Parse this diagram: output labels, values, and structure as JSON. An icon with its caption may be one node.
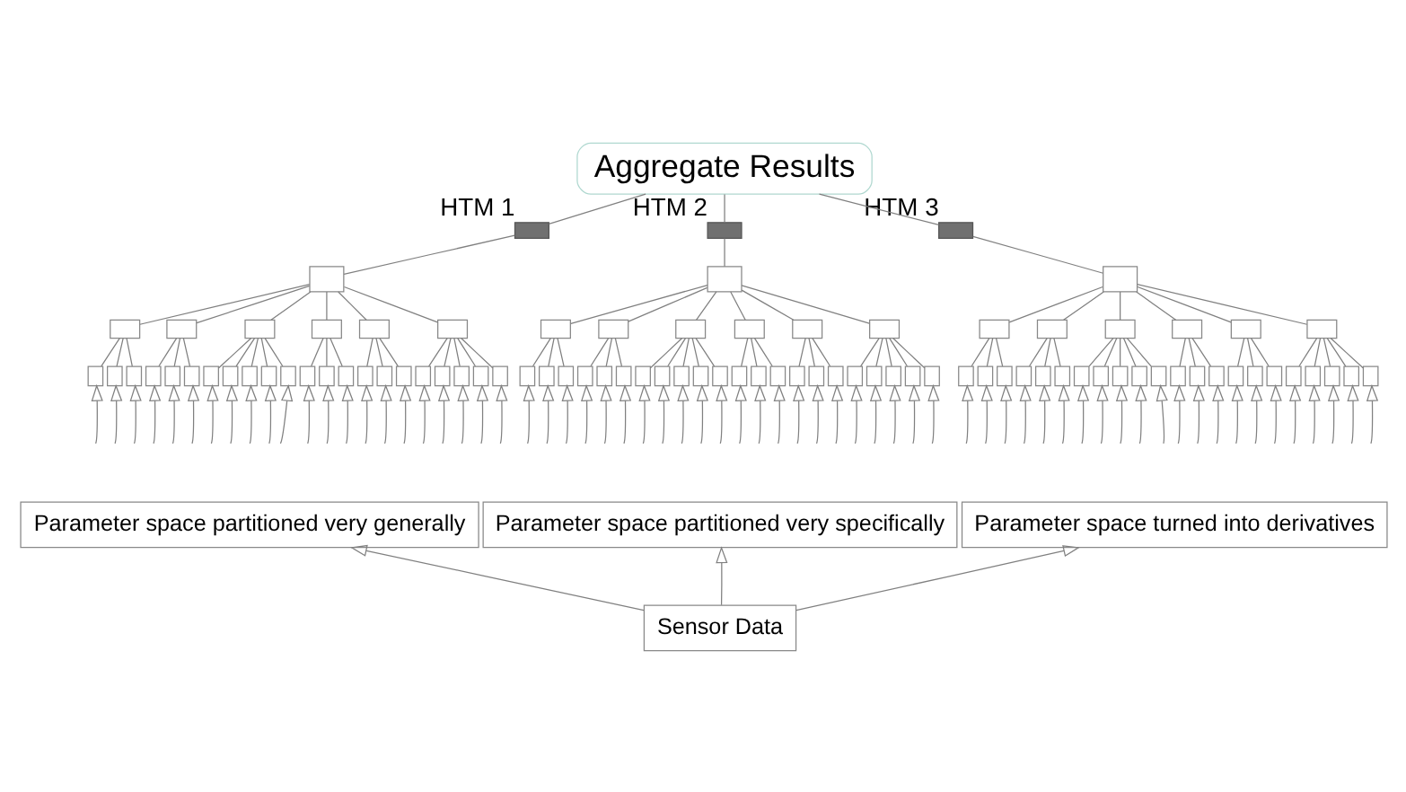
{
  "diagram": {
    "nodes": [
      {
        "text": [
          "Aggregate Results"
        ]
      },
      {
        "text": [],
        "shape": "box",
        "beside": [
          "HTM 1"
        ]
      },
      {
        "text": [],
        "shape": "box"
      },
      {
        "text": [],
        "shape": "box"
      },
      {
        "text": [],
        "shape": "box"
      },
      {
        "text": [],
        "shape": "box"
      },
      {
        "text": [],
        "shape": "box"
      },
      {
        "text": [],
        "shape": "box"
      },
      {
        "text": [],
        "shape": "box"
      },
      {
        "text": [],
        "shape": "box"
      },
      {
        "text": [],
        "shape": "box"
      },
      {
        "text": [],
        "shape": "box"
      },
      {
        "text": [],
        "shape": "box"
      },
      {
        "text": [],
        "shape": "box"
      },
      {
        "text": [],
        "shape": "box"
      },
      {
        "text": [],
        "shape": "box"
      },
      {
        "text": [],
        "shape": "box"
      },
      {
        "text": [],
        "shape": "box"
      },
      {
        "text": [],
        "shape": "box"
      },
      {
        "text": [],
        "shape": "box"
      },
      {
        "text": [],
        "shape": "box"
      },
      {
        "text": [],
        "shape": "box"
      },
      {
        "text": [],
        "shape": "box"
      },
      {
        "text": [],
        "shape": "box"
      },
      {
        "text": [],
        "shape": "box"
      },
      {
        "text": [],
        "shape": "box"
      },
      {
        "text": [],
        "shape": "box"
      },
      {
        "text": [],
        "shape": "box"
      },
      {
        "text": [],
        "shape": "box"
      },
      {
        "text": [],
        "shape": "box"
      },
      {
        "text": [],
        "shape": "box"
      },
      {
        "text": [],
        "shape": "box",
        "beside": [
          "HTM 2"
        ]
      },
      {
        "text": [],
        "shape": "box"
      },
      {
        "text": [],
        "shape": "box"
      },
      {
        "text": [],
        "shape": "box"
      },
      {
        "text": [],
        "shape": "box"
      },
      {
        "text": [],
        "shape": "box"
      },
      {
        "text": [],
        "shape": "box"
      },
      {
        "text": [],
        "shape": "box"
      },
      {
        "text": [],
        "shape": "box"
      },
      {
        "text": [],
        "shape": "box"
      },
      {
        "text": [],
        "shape": "box"
      },
      {
        "text": [],
        "shape": "box"
      },
      {
        "text": [],
        "shape": "box"
      },
      {
        "text": [],
        "shape": "box"
      },
      {
        "text": [],
        "shape": "box"
      },
      {
        "text": [],
        "shape": "box"
      },
      {
        "text": [],
        "shape": "box"
      },
      {
        "text": [],
        "shape": "box"
      },
      {
        "text": [],
        "shape": "box"
      },
      {
        "text": [],
        "shape": "box"
      },
      {
        "text": [],
        "shape": "box"
      },
      {
        "text": [],
        "shape": "box"
      },
      {
        "text": [],
        "shape": "box"
      },
      {
        "text": [],
        "shape": "box"
      },
      {
        "text": [],
        "shape": "box"
      },
      {
        "text": [],
        "shape": "box"
      },
      {
        "text": [],
        "shape": "box"
      },
      {
        "text": [],
        "shape": "box"
      },
      {
        "text": [],
        "shape": "box"
      },
      {
        "text": [],
        "shape": "box"
      },
      {
        "text": [],
        "shape": "box",
        "beside": [
          "HTM 3"
        ]
      },
      {
        "text": [],
        "shape": "box"
      },
      {
        "text": [],
        "shape": "box"
      },
      {
        "text": [],
        "shape": "box"
      },
      {
        "text": [],
        "shape": "box"
      },
      {
        "text": [],
        "shape": "box"
      },
      {
        "text": [],
        "shape": "box"
      },
      {
        "text": [],
        "shape": "box"
      },
      {
        "text": [],
        "shape": "box"
      },
      {
        "text": [],
        "shape": "box"
      },
      {
        "text": [],
        "shape": "box"
      },
      {
        "text": [],
        "shape": "box"
      },
      {
        "text": [],
        "shape": "box"
      },
      {
        "text": [],
        "shape": "box"
      },
      {
        "text": [],
        "shape": "box"
      },
      {
        "text": [],
        "shape": "box"
      },
      {
        "text": [],
        "shape": "box"
      },
      {
        "text": [],
        "shape": "box"
      },
      {
        "text": [],
        "shape": "box"
      },
      {
        "text": [],
        "shape": "box"
      },
      {
        "text": [],
        "shape": "box"
      },
      {
        "text": [],
        "shape": "box"
      },
      {
        "text": [],
        "shape": "box"
      },
      {
        "text": [],
        "shape": "box"
      },
      {
        "text": [],
        "shape": "box"
      },
      {
        "text": [],
        "shape": "box"
      },
      {
        "text": [],
        "shape": "box"
      },
      {
        "text": [],
        "shape": "box"
      },
      {
        "text": [],
        "shape": "box"
      },
      {
        "text": [],
        "shape": "box"
      },
      {
        "text": [
          "Parameter space partitioned very generally"
        ]
      },
      {
        "text": [
          "Parameter space partitioned very specifically"
        ]
      },
      {
        "text": [
          "Parameter space turned into derivatives"
        ]
      },
      {
        "text": [
          "Sensor Data"
        ]
      }
    ],
    "edges": [
      {
        "from": 0,
        "to": 1,
        "arrow": "none"
      },
      {
        "from": 0,
        "to": 31,
        "arrow": "none"
      },
      {
        "from": 0,
        "to": 61,
        "arrow": "none"
      },
      {
        "from": 1,
        "to": 2,
        "arrow": "none"
      },
      {
        "from": 2,
        "to": 3,
        "arrow": "none"
      },
      {
        "from": 2,
        "to": 4,
        "arrow": "none"
      },
      {
        "from": 2,
        "to": 5,
        "arrow": "none"
      },
      {
        "from": 2,
        "to": 6,
        "arrow": "none"
      },
      {
        "from": 2,
        "to": 7,
        "arrow": "none"
      },
      {
        "from": 2,
        "to": 8,
        "arrow": "none"
      },
      {
        "from": 3,
        "to": 9,
        "arrow": "none"
      },
      {
        "from": 3,
        "to": 10,
        "arrow": "none"
      },
      {
        "from": 3,
        "to": 11,
        "arrow": "none"
      },
      {
        "from": 4,
        "to": 12,
        "arrow": "none"
      },
      {
        "from": 4,
        "to": 13,
        "arrow": "none"
      },
      {
        "from": 4,
        "to": 14,
        "arrow": "none"
      },
      {
        "from": 5,
        "to": 15,
        "arrow": "none"
      },
      {
        "from": 5,
        "to": 16,
        "arrow": "none"
      },
      {
        "from": 5,
        "to": 17,
        "arrow": "none"
      },
      {
        "from": 5,
        "to": 18,
        "arrow": "none"
      },
      {
        "from": 5,
        "to": 19,
        "arrow": "none"
      },
      {
        "from": 6,
        "to": 20,
        "arrow": "none"
      },
      {
        "from": 6,
        "to": 21,
        "arrow": "none"
      },
      {
        "from": 6,
        "to": 22,
        "arrow": "none"
      },
      {
        "from": 7,
        "to": 23,
        "arrow": "none"
      },
      {
        "from": 7,
        "to": 24,
        "arrow": "none"
      },
      {
        "from": 7,
        "to": 25,
        "arrow": "none"
      },
      {
        "from": 8,
        "to": 26,
        "arrow": "none"
      },
      {
        "from": 8,
        "to": 27,
        "arrow": "none"
      },
      {
        "from": 8,
        "to": 28,
        "arrow": "none"
      },
      {
        "from": 8,
        "to": 29,
        "arrow": "none"
      },
      {
        "from": 8,
        "to": 30,
        "arrow": "none"
      },
      {
        "from": null,
        "to": 9,
        "arrow": "to"
      },
      {
        "from": null,
        "to": 10,
        "arrow": "to"
      },
      {
        "from": null,
        "to": 11,
        "arrow": "to"
      },
      {
        "from": null,
        "to": 12,
        "arrow": "to"
      },
      {
        "from": null,
        "to": 13,
        "arrow": "to"
      },
      {
        "from": null,
        "to": 14,
        "arrow": "to"
      },
      {
        "from": null,
        "to": 15,
        "arrow": "to"
      },
      {
        "from": null,
        "to": 16,
        "arrow": "to"
      },
      {
        "from": null,
        "to": 17,
        "arrow": "to"
      },
      {
        "from": null,
        "to": 18,
        "arrow": "to"
      },
      {
        "from": null,
        "to": 19,
        "arrow": "to"
      },
      {
        "from": null,
        "to": 20,
        "arrow": "to"
      },
      {
        "from": null,
        "to": 21,
        "arrow": "to"
      },
      {
        "from": null,
        "to": 22,
        "arrow": "to"
      },
      {
        "from": null,
        "to": 23,
        "arrow": "to"
      },
      {
        "from": null,
        "to": 24,
        "arrow": "to"
      },
      {
        "from": null,
        "to": 25,
        "arrow": "to"
      },
      {
        "from": null,
        "to": 26,
        "arrow": "to"
      },
      {
        "from": null,
        "to": 27,
        "arrow": "to"
      },
      {
        "from": null,
        "to": 28,
        "arrow": "to"
      },
      {
        "from": null,
        "to": 29,
        "arrow": "to"
      },
      {
        "from": null,
        "to": 30,
        "arrow": "to"
      },
      {
        "from": 31,
        "to": 32,
        "arrow": "none"
      },
      {
        "from": 32,
        "to": 33,
        "arrow": "none"
      },
      {
        "from": 32,
        "to": 34,
        "arrow": "none"
      },
      {
        "from": 32,
        "to": 35,
        "arrow": "none"
      },
      {
        "from": 32,
        "to": 36,
        "arrow": "none"
      },
      {
        "from": 32,
        "to": 37,
        "arrow": "none"
      },
      {
        "from": 32,
        "to": 38,
        "arrow": "none"
      },
      {
        "from": 33,
        "to": 39,
        "arrow": "none"
      },
      {
        "from": 33,
        "to": 40,
        "arrow": "none"
      },
      {
        "from": 33,
        "to": 41,
        "arrow": "none"
      },
      {
        "from": 34,
        "to": 42,
        "arrow": "none"
      },
      {
        "from": 34,
        "to": 43,
        "arrow": "none"
      },
      {
        "from": 34,
        "to": 44,
        "arrow": "none"
      },
      {
        "from": 35,
        "to": 45,
        "arrow": "none"
      },
      {
        "from": 35,
        "to": 46,
        "arrow": "none"
      },
      {
        "from": 35,
        "to": 47,
        "arrow": "none"
      },
      {
        "from": 35,
        "to": 48,
        "arrow": "none"
      },
      {
        "from": 35,
        "to": 49,
        "arrow": "none"
      },
      {
        "from": 36,
        "to": 50,
        "arrow": "none"
      },
      {
        "from": 36,
        "to": 51,
        "arrow": "none"
      },
      {
        "from": 36,
        "to": 52,
        "arrow": "none"
      },
      {
        "from": 37,
        "to": 53,
        "arrow": "none"
      },
      {
        "from": 37,
        "to": 54,
        "arrow": "none"
      },
      {
        "from": 37,
        "to": 55,
        "arrow": "none"
      },
      {
        "from": 38,
        "to": 56,
        "arrow": "none"
      },
      {
        "from": 38,
        "to": 57,
        "arrow": "none"
      },
      {
        "from": 38,
        "to": 58,
        "arrow": "none"
      },
      {
        "from": 38,
        "to": 59,
        "arrow": "none"
      },
      {
        "from": 38,
        "to": 60,
        "arrow": "none"
      },
      {
        "from": null,
        "to": 39,
        "arrow": "to"
      },
      {
        "from": null,
        "to": 40,
        "arrow": "to"
      },
      {
        "from": null,
        "to": 41,
        "arrow": "to"
      },
      {
        "from": null,
        "to": 42,
        "arrow": "to"
      },
      {
        "from": null,
        "to": 43,
        "arrow": "to"
      },
      {
        "from": null,
        "to": 44,
        "arrow": "to"
      },
      {
        "from": null,
        "to": 45,
        "arrow": "to"
      },
      {
        "from": null,
        "to": 46,
        "arrow": "to"
      },
      {
        "from": null,
        "to": 47,
        "arrow": "to"
      },
      {
        "from": null,
        "to": 48,
        "arrow": "to"
      },
      {
        "from": null,
        "to": 49,
        "arrow": "to"
      },
      {
        "from": null,
        "to": 50,
        "arrow": "to"
      },
      {
        "from": null,
        "to": 51,
        "arrow": "to"
      },
      {
        "from": null,
        "to": 52,
        "arrow": "to"
      },
      {
        "from": null,
        "to": 53,
        "arrow": "to"
      },
      {
        "from": null,
        "to": 54,
        "arrow": "to"
      },
      {
        "from": null,
        "to": 55,
        "arrow": "to"
      },
      {
        "from": null,
        "to": 56,
        "arrow": "to"
      },
      {
        "from": null,
        "to": 57,
        "arrow": "to"
      },
      {
        "from": null,
        "to": 58,
        "arrow": "to"
      },
      {
        "from": null,
        "to": 59,
        "arrow": "to"
      },
      {
        "from": null,
        "to": 60,
        "arrow": "to"
      },
      {
        "from": 61,
        "to": 62,
        "arrow": "none"
      },
      {
        "from": 62,
        "to": 63,
        "arrow": "none"
      },
      {
        "from": 62,
        "to": 64,
        "arrow": "none"
      },
      {
        "from": 62,
        "to": 65,
        "arrow": "none"
      },
      {
        "from": 62,
        "to": 66,
        "arrow": "none"
      },
      {
        "from": 62,
        "to": 67,
        "arrow": "none"
      },
      {
        "from": 62,
        "to": 68,
        "arrow": "none"
      },
      {
        "from": 63,
        "to": 69,
        "arrow": "none"
      },
      {
        "from": 63,
        "to": 70,
        "arrow": "none"
      },
      {
        "from": 63,
        "to": 71,
        "arrow": "none"
      },
      {
        "from": 64,
        "to": 72,
        "arrow": "none"
      },
      {
        "from": 64,
        "to": 73,
        "arrow": "none"
      },
      {
        "from": 64,
        "to": 74,
        "arrow": "none"
      },
      {
        "from": 65,
        "to": 75,
        "arrow": "none"
      },
      {
        "from": 65,
        "to": 76,
        "arrow": "none"
      },
      {
        "from": 65,
        "to": 77,
        "arrow": "none"
      },
      {
        "from": 65,
        "to": 78,
        "arrow": "none"
      },
      {
        "from": 65,
        "to": 79,
        "arrow": "none"
      },
      {
        "from": 66,
        "to": 80,
        "arrow": "none"
      },
      {
        "from": 66,
        "to": 81,
        "arrow": "none"
      },
      {
        "from": 66,
        "to": 82,
        "arrow": "none"
      },
      {
        "from": 67,
        "to": 83,
        "arrow": "none"
      },
      {
        "from": 67,
        "to": 84,
        "arrow": "none"
      },
      {
        "from": 67,
        "to": 85,
        "arrow": "none"
      },
      {
        "from": 68,
        "to": 86,
        "arrow": "none"
      },
      {
        "from": 68,
        "to": 87,
        "arrow": "none"
      },
      {
        "from": 68,
        "to": 88,
        "arrow": "none"
      },
      {
        "from": 68,
        "to": 89,
        "arrow": "none"
      },
      {
        "from": 68,
        "to": 90,
        "arrow": "none"
      },
      {
        "from": null,
        "to": 69,
        "arrow": "to"
      },
      {
        "from": null,
        "to": 70,
        "arrow": "to"
      },
      {
        "from": null,
        "to": 71,
        "arrow": "to"
      },
      {
        "from": null,
        "to": 72,
        "arrow": "to"
      },
      {
        "from": null,
        "to": 73,
        "arrow": "to"
      },
      {
        "from": null,
        "to": 74,
        "arrow": "to"
      },
      {
        "from": null,
        "to": 75,
        "arrow": "to"
      },
      {
        "from": null,
        "to": 76,
        "arrow": "to"
      },
      {
        "from": null,
        "to": 77,
        "arrow": "to"
      },
      {
        "from": null,
        "to": 78,
        "arrow": "to"
      },
      {
        "from": null,
        "to": 79,
        "arrow": "to"
      },
      {
        "from": null,
        "to": 80,
        "arrow": "to"
      },
      {
        "from": null,
        "to": 81,
        "arrow": "to"
      },
      {
        "from": null,
        "to": 82,
        "arrow": "to"
      },
      {
        "from": null,
        "to": 83,
        "arrow": "to"
      },
      {
        "from": null,
        "to": 84,
        "arrow": "to"
      },
      {
        "from": null,
        "to": 85,
        "arrow": "to"
      },
      {
        "from": null,
        "to": 86,
        "arrow": "to"
      },
      {
        "from": null,
        "to": 87,
        "arrow": "to"
      },
      {
        "from": null,
        "to": 88,
        "arrow": "to"
      },
      {
        "from": null,
        "to": 89,
        "arrow": "to"
      },
      {
        "from": null,
        "to": 90,
        "arrow": "to"
      },
      {
        "from": 94,
        "to": 91,
        "arrow": "to"
      },
      {
        "from": 94,
        "to": 92,
        "arrow": "to"
      },
      {
        "from": 94,
        "to": 93,
        "arrow": "to"
      }
    ]
  }
}
